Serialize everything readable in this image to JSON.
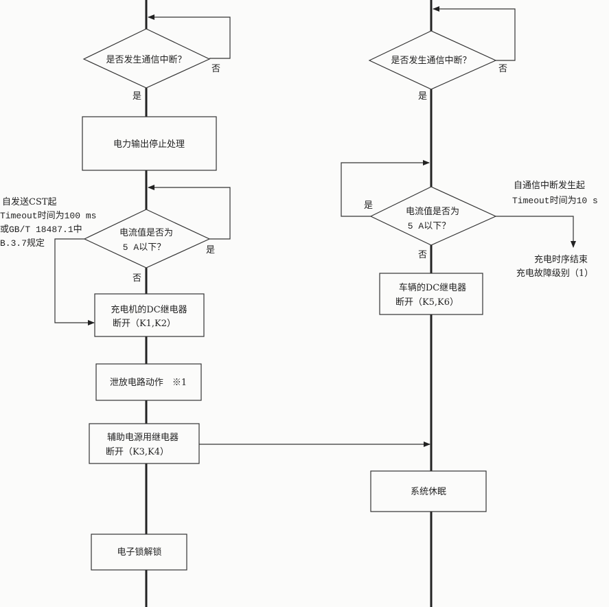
{
  "left_flow": {
    "decision1": {
      "line1": "是否发生通信中断？",
      "no": "否",
      "yes": "是"
    },
    "process1": "电力输出停止处理",
    "decision2": {
      "line1": "电流值是否为",
      "line2": "5 A以下？",
      "yes": "是",
      "no": "否"
    },
    "note": [
      "自发送CST起",
      "Timeout时间为100 ms",
      "或GB/T 18487.1中",
      "B.3.7规定"
    ],
    "process2": {
      "line1": "充电机的DC继电器",
      "line2": "断开（K1,K2）"
    },
    "process3": "泄放电路动作　※1",
    "process4": {
      "line1": "辅助电源用继电器",
      "line2": "断开（K3,K4）"
    },
    "process5": "电子锁解锁"
  },
  "right_flow": {
    "decision1": {
      "line1": "是否发生通信中断？",
      "no": "否",
      "yes": "是"
    },
    "decision2": {
      "line1": "电流值是否为",
      "line2": "5 A以下？",
      "yes": "是",
      "no": "否"
    },
    "note": [
      "自通信中断发生起",
      "Timeout时间为10 s"
    ],
    "end": [
      "充电时序结束",
      "充电故障级别（1）"
    ],
    "process1": {
      "line1": "车辆的DC继电器",
      "line2": "断开（K5,K6）"
    },
    "process2": "系统休眠"
  }
}
